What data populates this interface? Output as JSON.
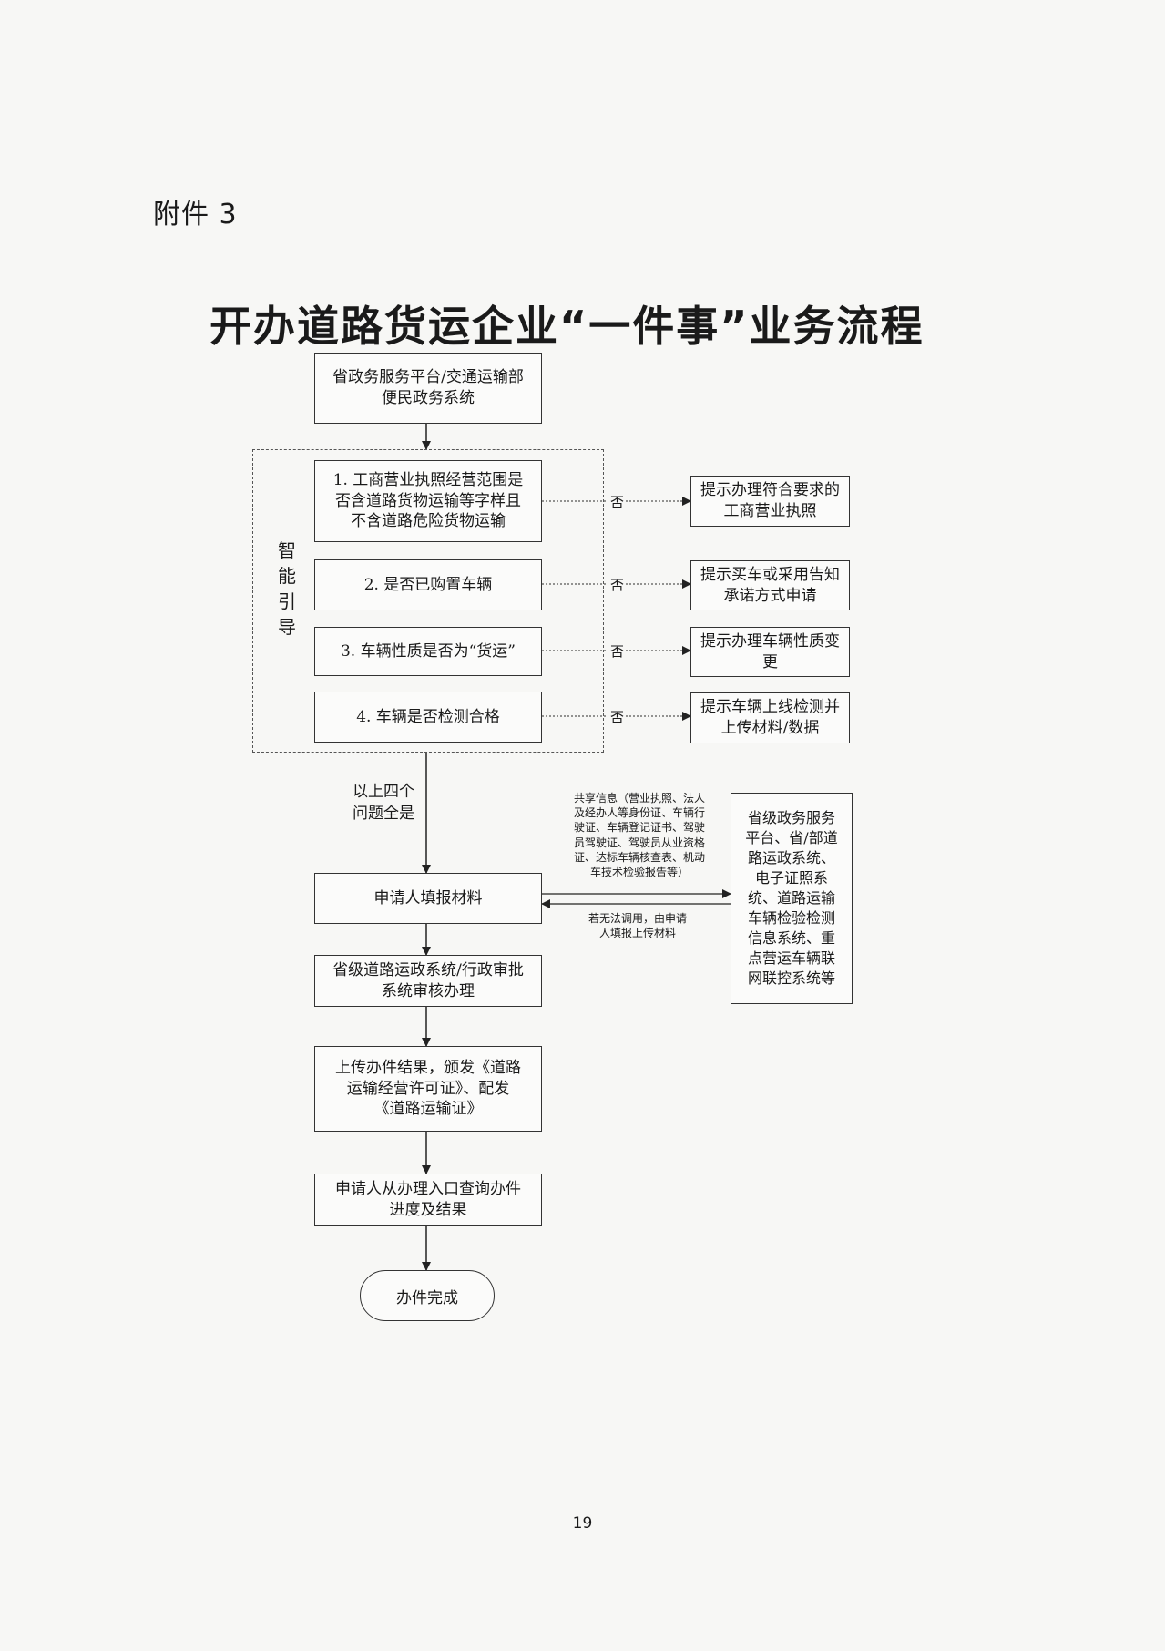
{
  "annex_label": "附件 3",
  "title": "开办道路货运企业“一件事”业务流程",
  "start_box": "省政务服务平台/交通运输部\n便民政务系统",
  "guide_label": "智\n能\n引\n导",
  "questions": [
    {
      "text": "1. 工商营业执照经营范围是\n否含道路货物运输等字样且\n不含道路危险货物运输",
      "no_label": "否",
      "prompt": "提示办理符合要求的\n工商营业执照"
    },
    {
      "text": "2. 是否已购置车辆",
      "no_label": "否",
      "prompt": "提示买车或采用告知\n承诺方式申请"
    },
    {
      "text": "3. 车辆性质是否为“货运”",
      "no_label": "否",
      "prompt": "提示办理车辆性质变\n更"
    },
    {
      "text": "4. 车辆是否检测合格",
      "no_label": "否",
      "prompt": "提示车辆上线检测并\n上传材料/数据"
    }
  ],
  "all_yes_label": "以上四个\n问题全是",
  "fill_box": "申请人填报材料",
  "shared_info_note": "共享信息（营业执照、法人\n及经办人等身份证、车辆行\n驶证、车辆登记证书、驾驶\n员驾驶证、驾驶员从业资格\n证、达标车辆核查表、机动\n车技术检验报告等）",
  "fallback_note": "若无法调用，由申请\n人填报上传材料",
  "systems_box": "省级政务服务\n平台、省/部道\n路运政系统、\n电子证照系\n统、道路运输\n车辆检验检测\n信息系统、重\n点营运车辆联\n网联控系统等",
  "review_box": "省级道路运政系统/行政审批\n系统审核办理",
  "issue_box": "上传办件结果，颁发《道路\n运输经营许可证》、配发\n《道路运输证》",
  "query_box": "申请人从办理入口查询办件\n进度及结果",
  "end_label": "办件完成",
  "page_number": "19"
}
